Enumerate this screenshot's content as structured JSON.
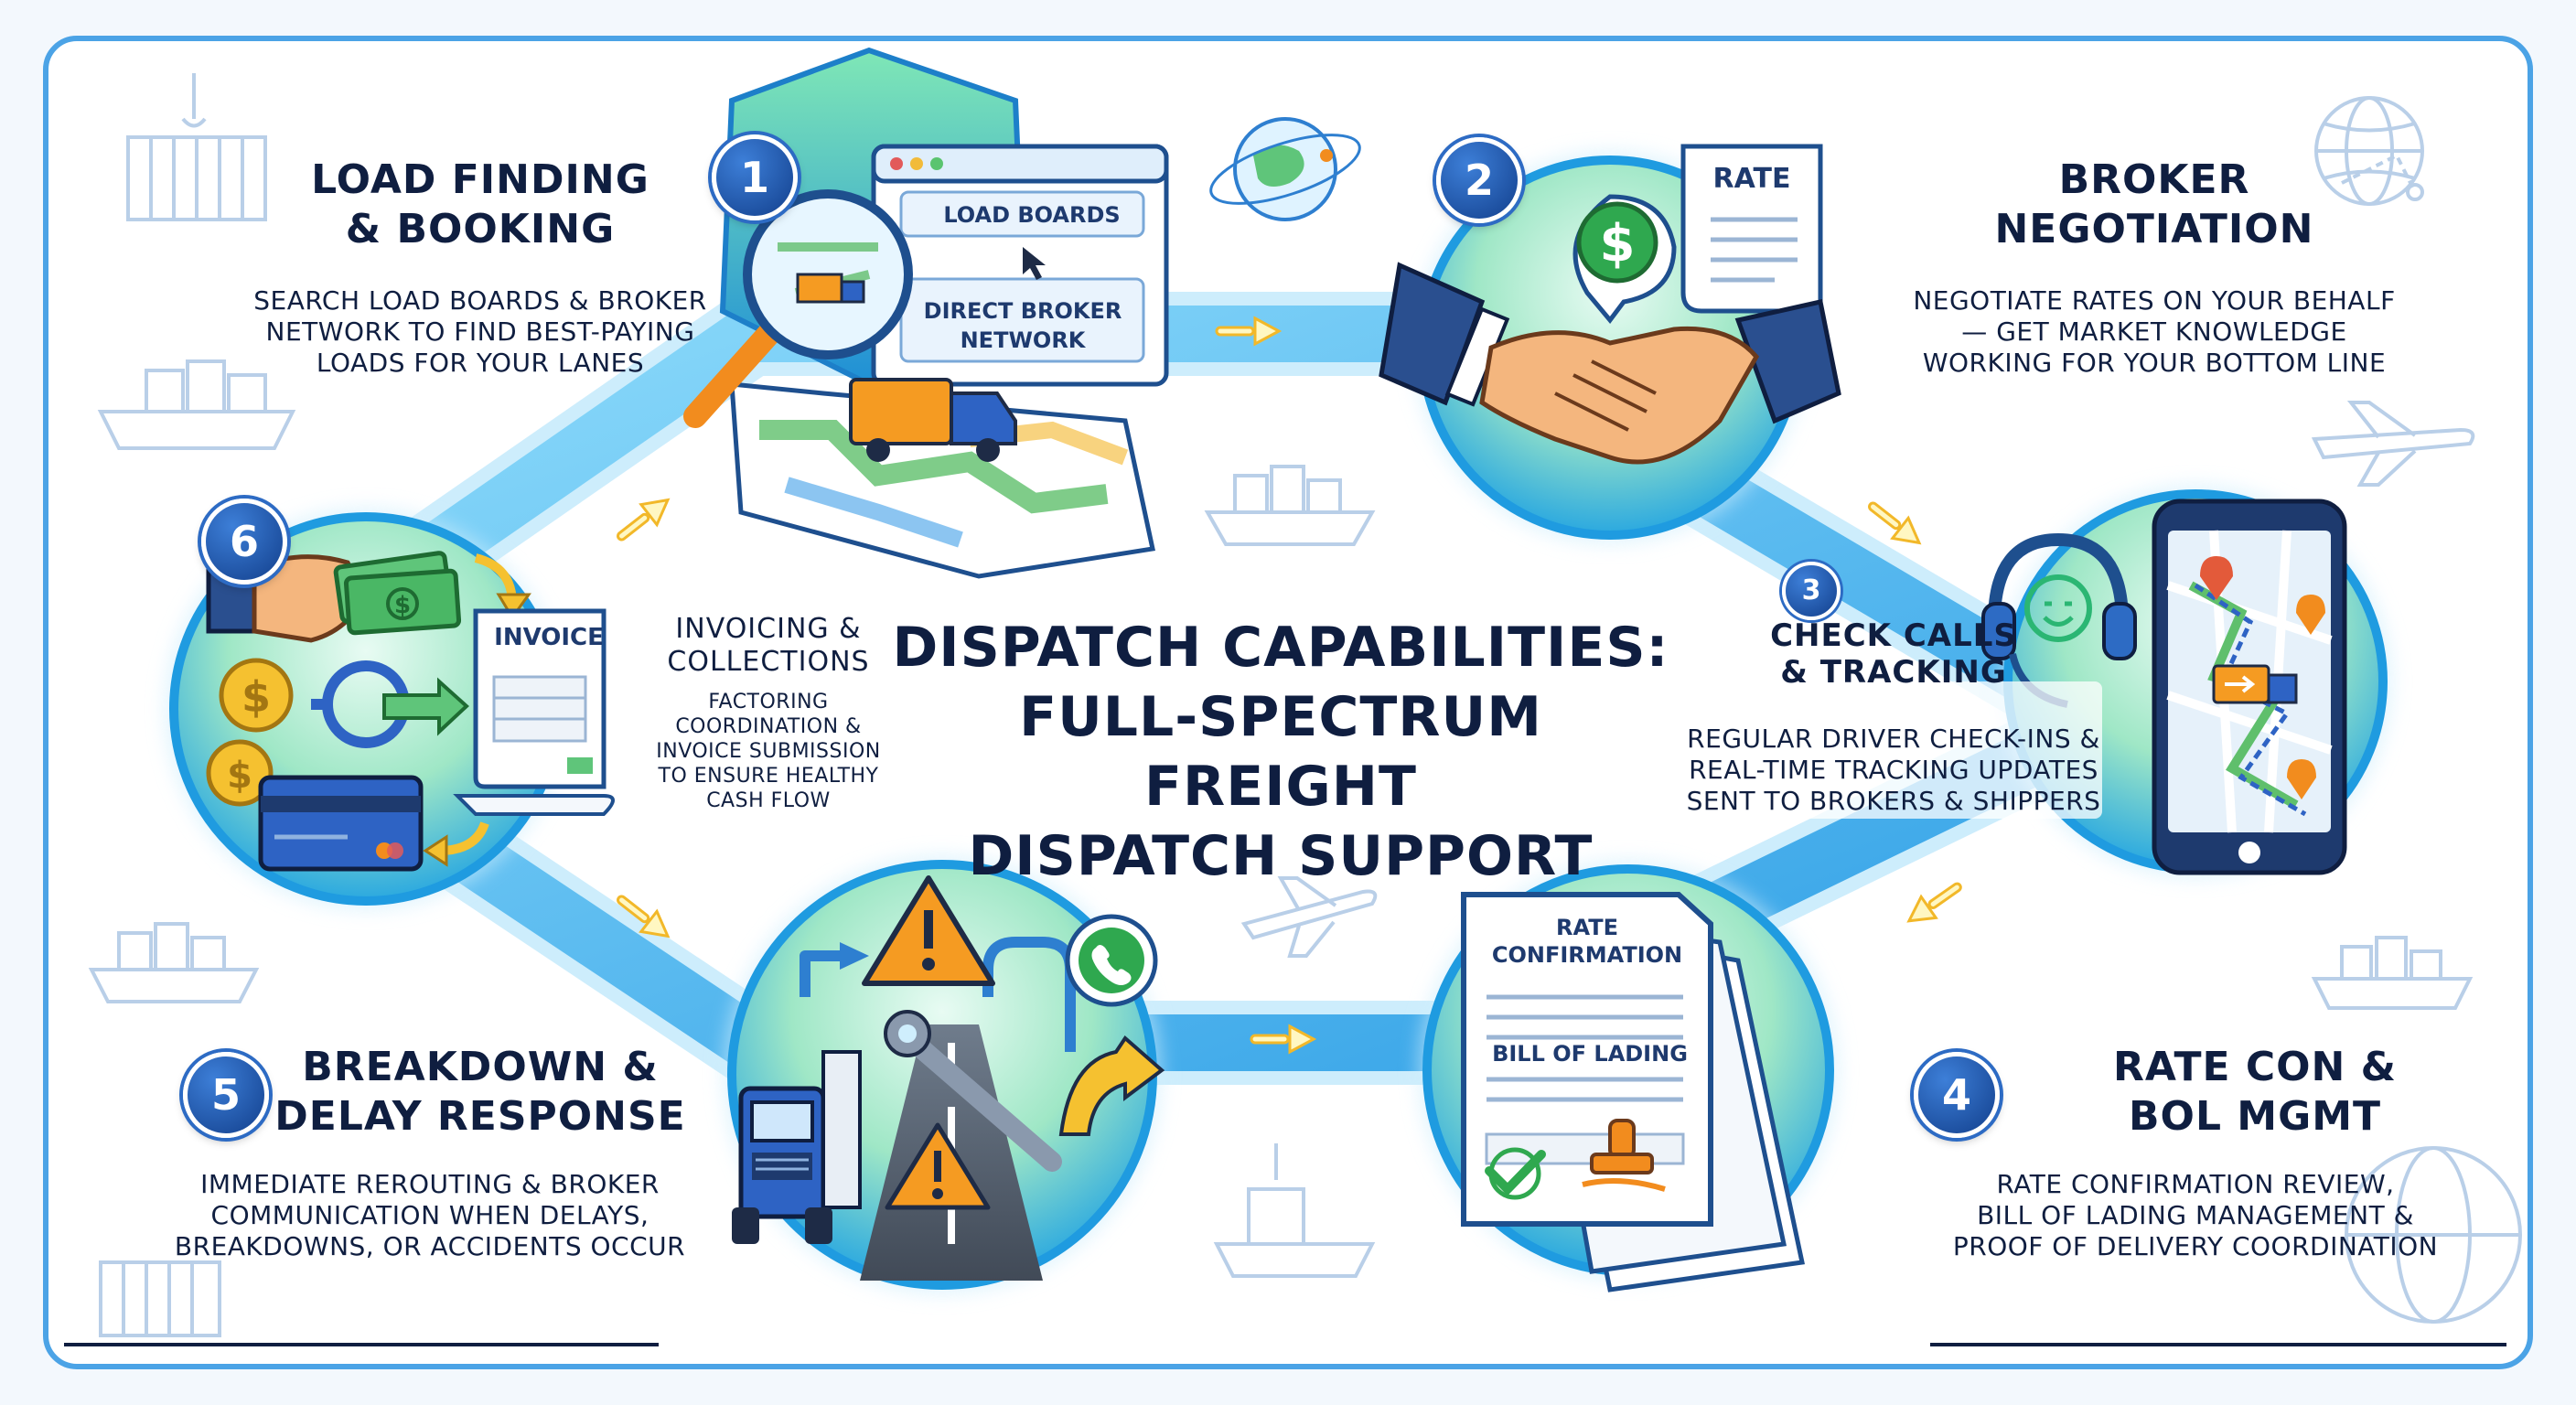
{
  "title": {
    "line1": "DISPATCH CAPABILITIES:",
    "line2": "FULL-SPECTRUM FREIGHT",
    "line3": "DISPATCH SUPPORT"
  },
  "steps": [
    {
      "number": "1",
      "heading1": "LOAD FINDING",
      "heading2": "& BOOKING",
      "desc1": "SEARCH LOAD BOARDS & BROKER",
      "desc2": "NETWORK TO FIND BEST-PAYING",
      "desc3": "LOADS FOR YOUR LANES"
    },
    {
      "number": "2",
      "heading1": "BROKER",
      "heading2": "NEGOTIATION",
      "desc1": "NEGOTIATE RATES ON YOUR BEHALF",
      "desc2": "— GET MARKET KNOWLEDGE",
      "desc3": "WORKING FOR YOUR BOTTOM LINE"
    },
    {
      "number": "3",
      "heading1": "CHECK CALLS",
      "heading2": "& TRACKING",
      "desc1": "REGULAR DRIVER CHECK-INS &",
      "desc2": "REAL-TIME TRACKING UPDATES",
      "desc3": "SENT TO BROKERS & SHIPPERS"
    },
    {
      "number": "4",
      "heading1": "RATE CON &",
      "heading2": "BOL MGMT",
      "desc1": "RATE CONFIRMATION REVIEW,",
      "desc2": "BILL OF LADING MANAGEMENT &",
      "desc3": "PROOF OF DELIVERY COORDINATION"
    },
    {
      "number": "5",
      "heading1": "BREAKDOWN &",
      "heading2": "DELAY RESPONSE",
      "desc1": "IMMEDIATE REROUTING & BROKER",
      "desc2": "COMMUNICATION WHEN DELAYS,",
      "desc3": "BREAKDOWNS, OR ACCIDENTS OCCUR"
    },
    {
      "number": "6",
      "heading1": "INVOICING &",
      "heading2": "COLLECTIONS",
      "desc1": "FACTORING",
      "desc2": "COORDINATION &",
      "desc3": "INVOICE SUBMISSION",
      "desc4": "TO ENSURE HEALTHY",
      "desc5": "CASH FLOW"
    }
  ],
  "illustration_labels": {
    "load_boards": "LOAD BOARDS",
    "direct_broker_1": "DIRECT BROKER",
    "direct_broker_2": "NETWORK",
    "rate": "RATE",
    "invoice": "INVOICE",
    "rate_confirmation_1": "RATE",
    "rate_confirmation_2": "CONFIRMATION",
    "bill_of_lading": "BILL OF LADING"
  },
  "colors": {
    "navy": "#0f1e40",
    "badge_blue": "#1d55b0",
    "ring_blue": "#1f9be0",
    "teal_green": "#52d29a",
    "path_blue": "#53bdf0",
    "warning_orange": "#f28c1e",
    "money_green": "#2fa84f"
  }
}
